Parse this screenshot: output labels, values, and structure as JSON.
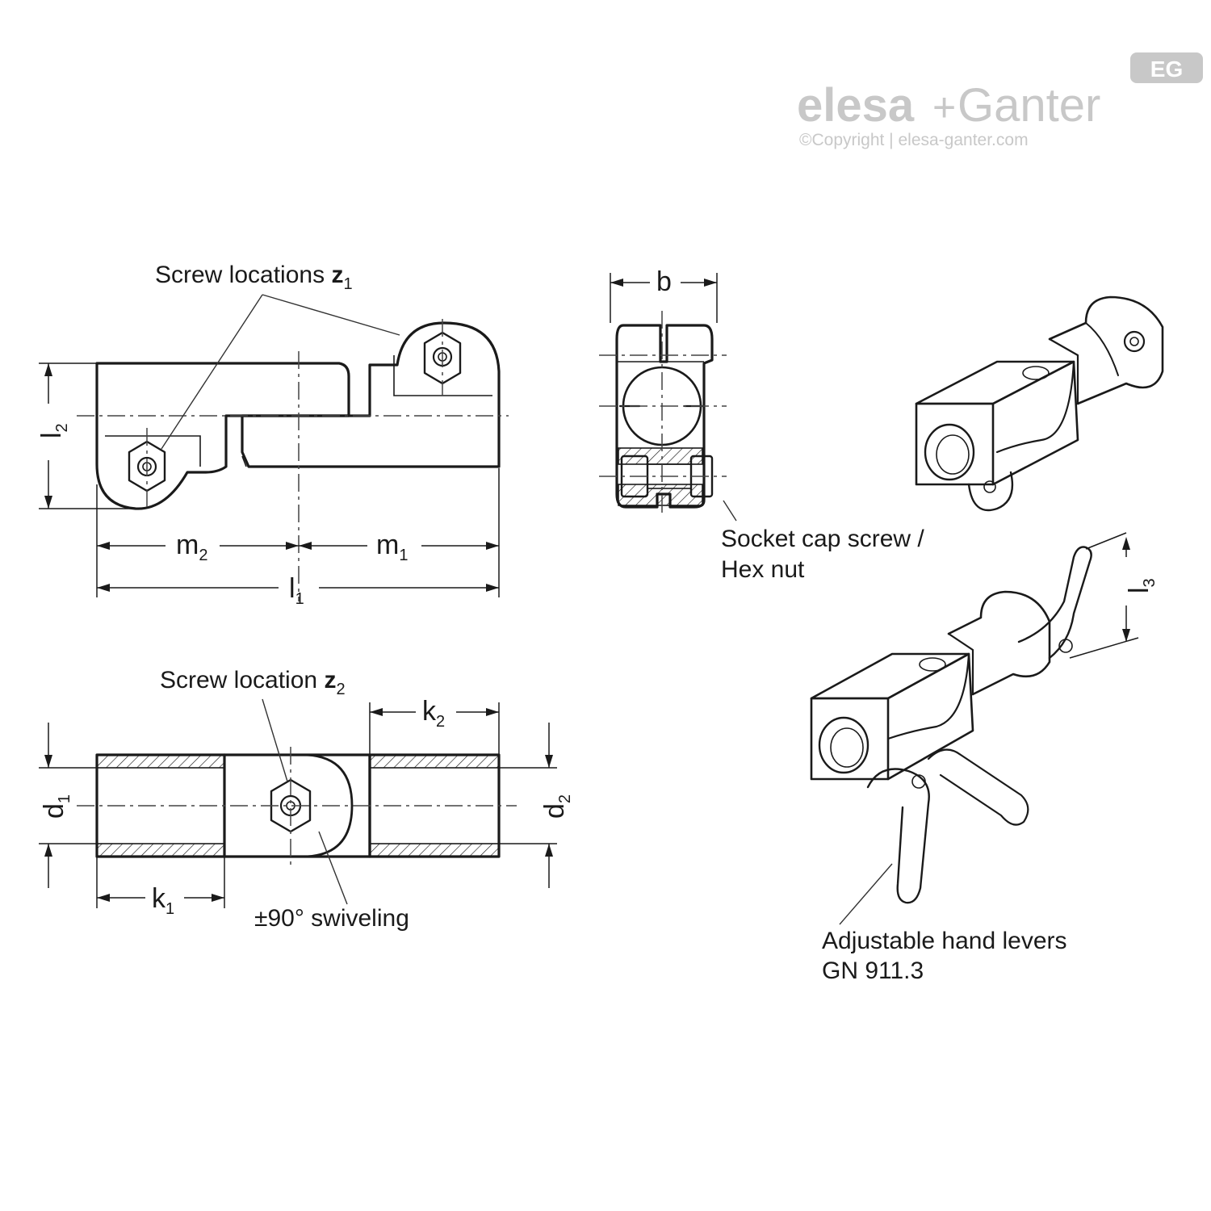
{
  "logo": {
    "badge": "EG",
    "brand_left": "elesa",
    "brand_plus": "+",
    "brand_right": "Ganter",
    "copyright": "©Copyright | elesa-ganter.com"
  },
  "labels": {
    "screw_z1": "Screw locations ",
    "z1": "z",
    "z1_sub": "1",
    "screw_z2": "Screw location ",
    "z2": "z",
    "z2_sub": "2",
    "swivel": "±90° swiveling",
    "socket_line1": "Socket cap screw /",
    "socket_line2": "Hex nut",
    "levers_line1": "Adjustable hand levers",
    "levers_line2": "GN 911.3"
  },
  "dimensions": {
    "l": "l",
    "l1_sub": "1",
    "l2_sub": "2",
    "l3_sub": "3",
    "m": "m",
    "m1_sub": "1",
    "m2_sub": "2",
    "k": "k",
    "k1_sub": "1",
    "k2_sub": "2",
    "d": "d",
    "d1_sub": "1",
    "d2_sub": "2",
    "b": "b"
  },
  "colors": {
    "line": "#1a1a1a",
    "logo_grey": "#c8c8c8"
  }
}
